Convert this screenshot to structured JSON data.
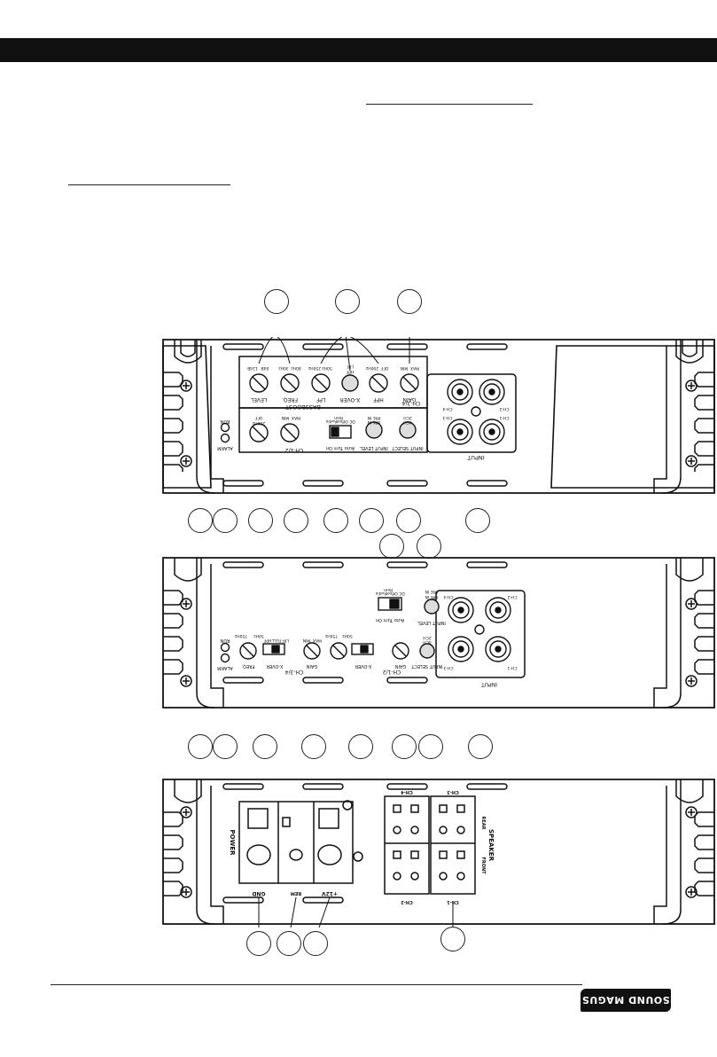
{
  "logo": {
    "text": "SOUND MAGUS"
  },
  "panel1": {
    "ch34_label": "CH-3/4",
    "bassboost_label": "BASSBOOST",
    "level_label": "LEVEL",
    "freq_label": "FREQ.",
    "lpf_label": "LPF",
    "xover_label": "X-OVER",
    "hpf_label": "HPF",
    "gain_label": "GAIN",
    "level_min": "12dB",
    "level_max": "0dB",
    "freq_min": "30Hz",
    "freq_max": "80Hz",
    "lpf_min": "250Hz",
    "lpf_max": "50Hz",
    "xover_lpf": "LPF",
    "xover_hpf": "HPF",
    "hpf_min": "200Hz",
    "hpf_max": "OFF",
    "gain_min": "MIN",
    "gain_max": "MAX",
    "ch12_label": "CH-1/2",
    "hpf12_max": "OFF",
    "hpf12_min": "200Hz",
    "gain12_min": "MIN",
    "gain12_max": "MAX",
    "auto_turn_on": "Auto Turn On",
    "dc_offset": "DC Offset",
    "rem": "Rem",
    "audio": "Audio",
    "input_level": "INPUT LEVEL",
    "pre_in": "PRE IN",
    "spk_in": "SPK IN",
    "input_select": "INPUT SELECT",
    "ch2": "2CH",
    "ch4": "4CH",
    "run": "RUN",
    "alarm": "ALARM",
    "input": "INPUT",
    "rca": [
      "CH-4",
      "CH-2",
      "CH-3",
      "CH-1"
    ]
  },
  "panel2": {
    "run": "RUN",
    "alarm": "ALARM",
    "freq34_min": "750Hz",
    "freq34_max": "50Hz",
    "freq_label": "FREQ.",
    "xover34_label": "X-OVER",
    "hpf": "HPF",
    "full": "FULL",
    "lpf": "LPF",
    "gain_label": "GAIN",
    "gain_min": "MIN",
    "gain_max": "MAX",
    "ch34_label": "CH-3/4",
    "freq12_min": "750Hz",
    "freq12_max": "50Hz",
    "xover12_label": "X-OVER",
    "ch12_label": "CH-1/2",
    "gain12_label": "GAIN",
    "input_select": "INPUT SELECT",
    "ch2": "2CH",
    "ch4": "4CH",
    "input_level": "INPUT LEVEL",
    "pre_in": "PRE IN",
    "spk_in": "SPK IN",
    "auto_turn_on": "Auto Turn On",
    "dc_offset": "DC Offset",
    "rem": "Rem",
    "audio": "Audio",
    "input": "INPUT",
    "rca": [
      "CH-4",
      "CH-2",
      "CH-3",
      "CH-1"
    ]
  },
  "panel3": {
    "power": "POWER",
    "gnd": "GND",
    "rem": "REM",
    "v12": "+12V",
    "speaker": "SPEAKER",
    "rear": "REAR",
    "front": "FRONT",
    "ch4": "CH-4",
    "ch3": "CH-3",
    "ch2": "CH-2",
    "ch1": "CH-1"
  }
}
